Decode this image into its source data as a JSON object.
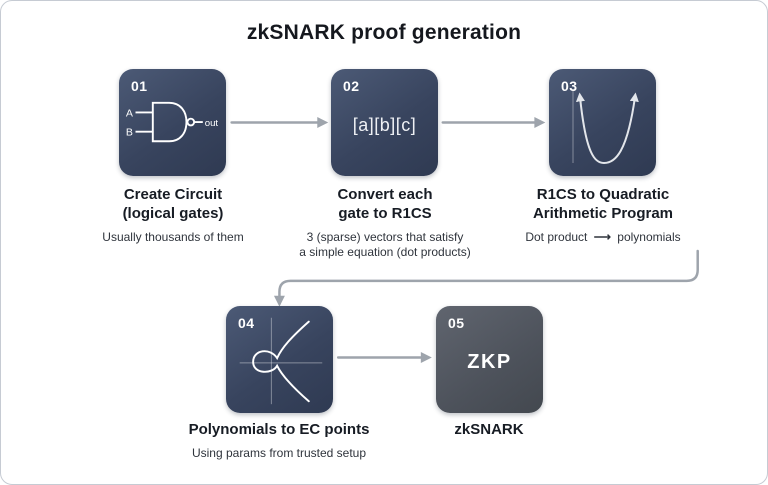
{
  "title": "zkSNARK proof generation",
  "colors": {
    "box_blue_top": "#4c5a76",
    "box_blue_bottom": "#2f3a52",
    "box_gray": "#4d525b",
    "arrow_gray": "#9ea4ac",
    "text_dark": "#171c24"
  },
  "steps": [
    {
      "number": "01",
      "icon": "nand-gate-icon",
      "gate_labels": {
        "a": "A",
        "b": "B",
        "out": "out"
      },
      "title1": "Create Circuit",
      "title2": "(logical gates)",
      "subtitle1": "Usually thousands of them"
    },
    {
      "number": "02",
      "box_text": "[a][b][c]",
      "title1": "Convert each",
      "title2": "gate to R1CS",
      "subtitle1": "3 (sparse) vectors that satisfy",
      "subtitle2": "a simple equation (dot products)"
    },
    {
      "number": "03",
      "icon": "parabola-icon",
      "title1": "R1CS to Quadratic",
      "title2": "Arithmetic Program",
      "subtitle_prefix": "Dot product",
      "subtitle_arrow": "⟶",
      "subtitle_suffix": "polynomials"
    },
    {
      "number": "04",
      "icon": "elliptic-curve-icon",
      "title1": "Polynomials to EC points",
      "subtitle1": "Using params from trusted setup"
    },
    {
      "number": "05",
      "box_text": "ZKP",
      "title1": "zkSNARK"
    }
  ]
}
